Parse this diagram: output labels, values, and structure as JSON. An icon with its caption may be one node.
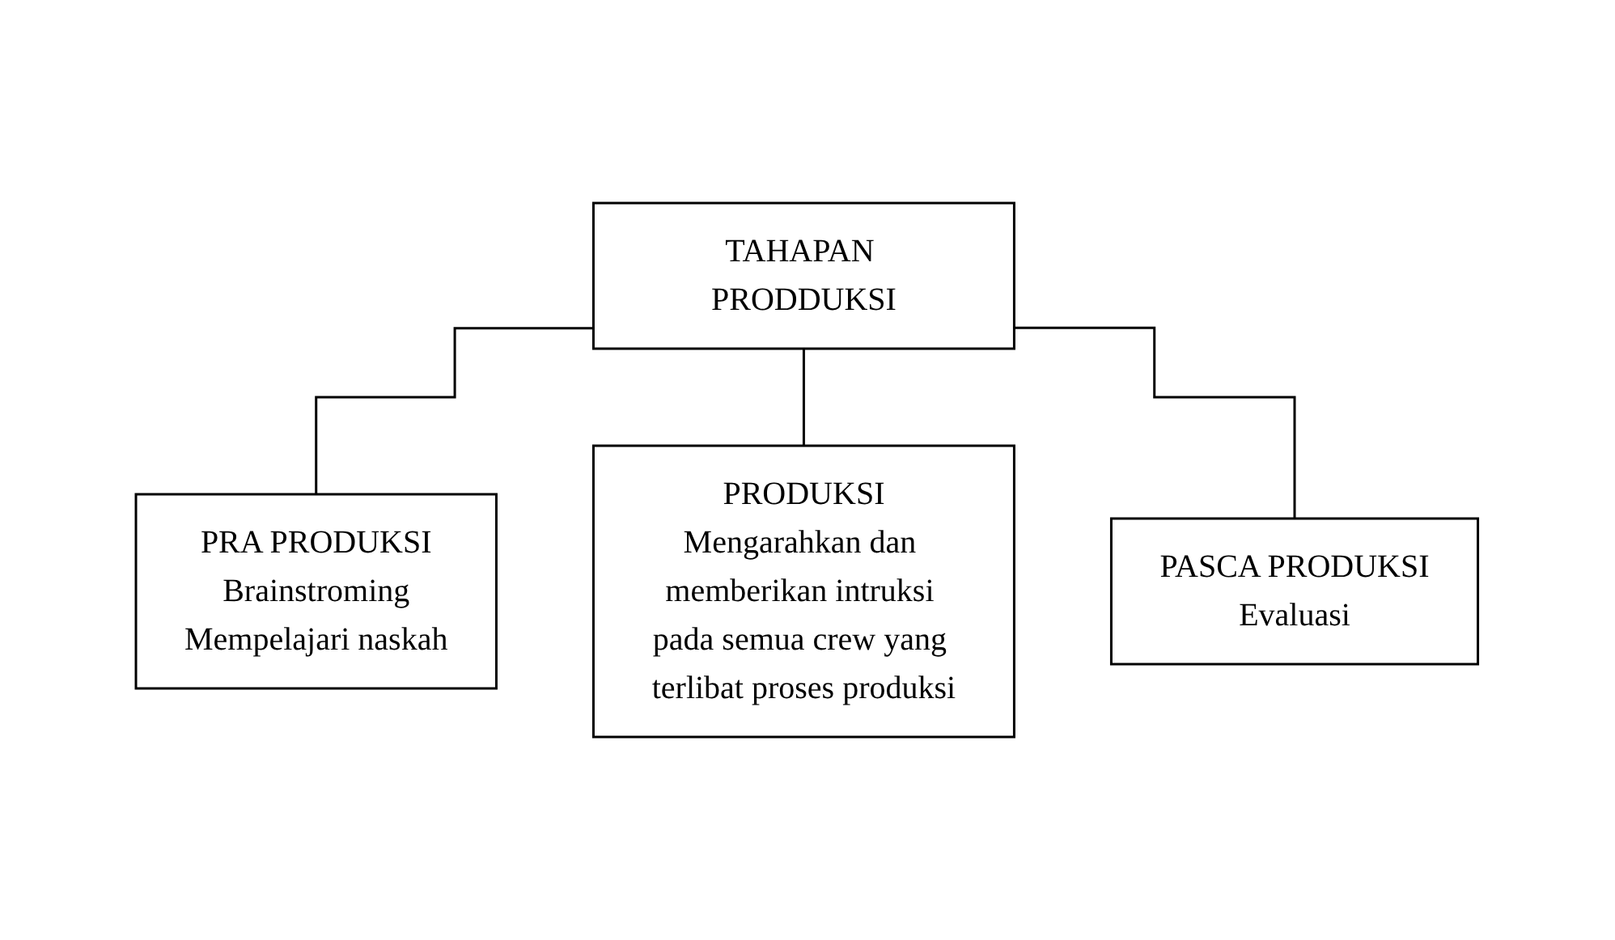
{
  "diagram": {
    "nodes": [
      {
        "text": [
          "TAHAPAN PRODDUKSI"
        ]
      },
      {
        "text": [
          "PRA PRODUKSI",
          "Brainstroming",
          "Mempelajari naskah"
        ]
      },
      {
        "text": [
          "PRODUKSI",
          "Mengarahkan dan memberikan intruksi pada semua crew yang terlibat proses produksi"
        ]
      },
      {
        "text": [
          "PASCA PRODUKSI",
          "Evaluasi"
        ]
      }
    ],
    "edges": [
      {
        "from": 0,
        "to": 1,
        "arrow": "none"
      },
      {
        "from": 0,
        "to": 2,
        "arrow": "none"
      },
      {
        "from": 0,
        "to": 3,
        "arrow": "none"
      }
    ]
  }
}
